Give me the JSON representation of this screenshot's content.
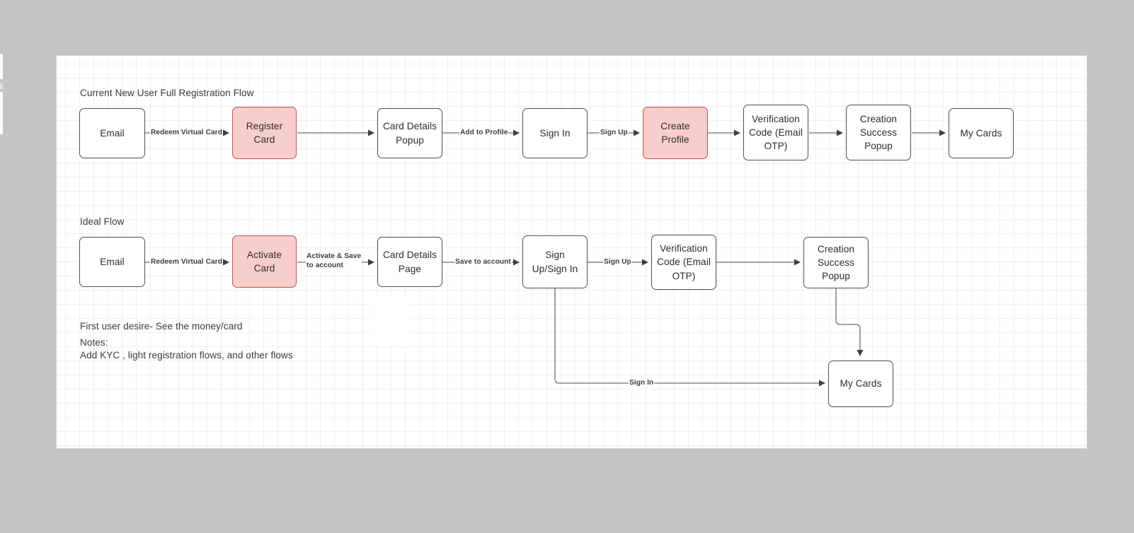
{
  "diagram": {
    "title_row1": "Current New User Full Registration Flow",
    "title_row2": "Ideal Flow",
    "notes": {
      "desire": "First user desire- See the money/card",
      "heading": "Notes:",
      "body": "Add KYC , light registration flows, and other flows"
    },
    "colors": {
      "canvas": "#ffffff",
      "page_background": "#c4c4c4",
      "grid_minor": "#f0f0f0",
      "grid_major": "#e4e4e4",
      "node_border": "#4f4f4f",
      "node_fill": "#ffffff",
      "highlight_fill": "#f8cecc",
      "highlight_border": "#b85450",
      "edge_stroke": "#6e6e6e",
      "text": "#2b2b2b"
    },
    "row1": {
      "name": "Current New User Full Registration Flow",
      "nodes": [
        {
          "id": "r1-email",
          "label": "Email",
          "highlight": false
        },
        {
          "id": "r1-register",
          "label": "Register\nCard",
          "highlight": true
        },
        {
          "id": "r1-card-details",
          "label": "Card Details\nPopup",
          "highlight": false
        },
        {
          "id": "r1-signin",
          "label": "Sign In",
          "highlight": false
        },
        {
          "id": "r1-create",
          "label": "Create\nProfile",
          "highlight": true
        },
        {
          "id": "r1-otp",
          "label": "Verification\nCode (Email\nOTP)",
          "highlight": false
        },
        {
          "id": "r1-success",
          "label": "Creation\nSuccess\nPopup",
          "highlight": false
        },
        {
          "id": "r1-mycards",
          "label": "My Cards",
          "highlight": false
        }
      ],
      "edges": [
        {
          "from": "r1-email",
          "to": "r1-register",
          "label": "Redeem Virtual Card"
        },
        {
          "from": "r1-register",
          "to": "r1-card-details",
          "label": ""
        },
        {
          "from": "r1-card-details",
          "to": "r1-signin",
          "label": "Add to Profile"
        },
        {
          "from": "r1-signin",
          "to": "r1-create",
          "label": "Sign Up"
        },
        {
          "from": "r1-create",
          "to": "r1-otp",
          "label": ""
        },
        {
          "from": "r1-otp",
          "to": "r1-success",
          "label": ""
        },
        {
          "from": "r1-success",
          "to": "r1-mycards",
          "label": ""
        }
      ]
    },
    "row2": {
      "name": "Ideal Flow",
      "nodes": [
        {
          "id": "r2-email",
          "label": "Email",
          "highlight": false
        },
        {
          "id": "r2-activate",
          "label": "Activate\nCard",
          "highlight": true
        },
        {
          "id": "r2-card-details",
          "label": "Card Details\nPage",
          "highlight": false
        },
        {
          "id": "r2-signup",
          "label": "Sign\nUp/Sign In",
          "highlight": false
        },
        {
          "id": "r2-otp",
          "label": "Verification\nCode (Email\nOTP)",
          "highlight": false
        },
        {
          "id": "r2-success",
          "label": "Creation\nSuccess\nPopup",
          "highlight": false
        },
        {
          "id": "r2-mycards",
          "label": "My Cards",
          "highlight": false
        }
      ],
      "edges": [
        {
          "from": "r2-email",
          "to": "r2-activate",
          "label": "Redeem Virtual Card"
        },
        {
          "from": "r2-activate",
          "to": "r2-card-details",
          "label": "Activate & Save\nto account"
        },
        {
          "from": "r2-card-details",
          "to": "r2-signup",
          "label": "Save to account"
        },
        {
          "from": "r2-signup",
          "to": "r2-otp",
          "label": "Sign Up"
        },
        {
          "from": "r2-otp",
          "to": "r2-success",
          "label": ""
        },
        {
          "from": "r2-success",
          "to": "r2-mycards",
          "label": ""
        },
        {
          "from": "r2-signup",
          "to": "r2-mycards",
          "label": "Sign In"
        }
      ]
    }
  }
}
